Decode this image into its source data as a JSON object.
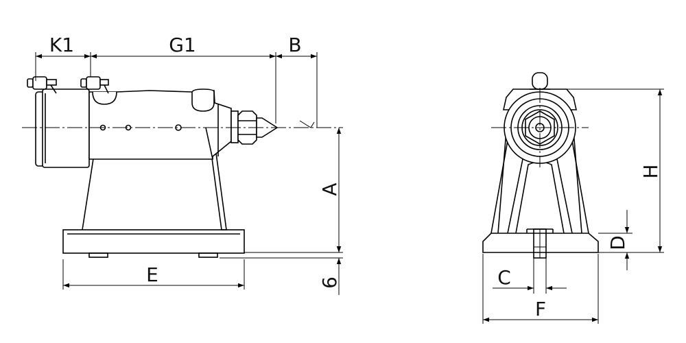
{
  "dimension_labels": {
    "k1": "K1",
    "g1": "G1",
    "b": "B",
    "a": "A",
    "e": "E",
    "six": "6",
    "h": "H",
    "d": "D",
    "c": "C",
    "f": "F"
  }
}
